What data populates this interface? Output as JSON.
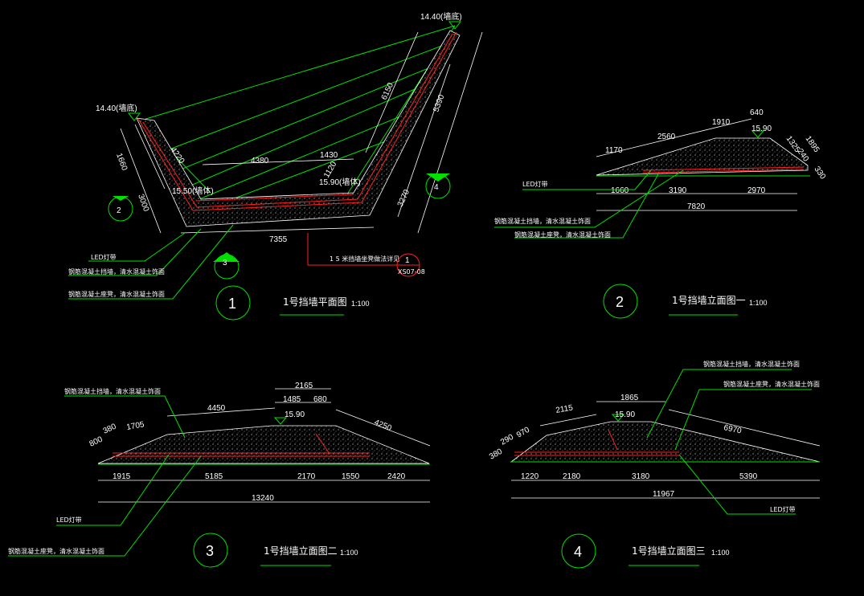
{
  "colors": {
    "background": "#000000",
    "dimension": "#ffffff",
    "leader": "#00e000",
    "wall": "#ff2020",
    "fill": "#bbbbbb"
  },
  "view1": {
    "number": "1",
    "title": "1号挡墙平面图",
    "scale": "1:100",
    "elev_left": "14.40(墙底)",
    "elev_right": "14.40(墙底)",
    "elev_mid_left": "15.50(墙体)",
    "elev_mid_right": "15.90(墙体)",
    "dims": [
      "1660",
      "3000",
      "4220",
      "4380",
      "1430",
      "1120",
      "6150",
      "5390",
      "3270",
      "7355"
    ],
    "section_2": "2",
    "section_3": "3",
    "section_4": "4",
    "labels": [
      "LED灯带",
      "钢筋混凝土挡墙，清水混凝土饰面",
      "钢筋混凝土座凳，清水混凝土饰面"
    ],
    "note": "1 5 米挡墙坐凳做法详见",
    "detail_ref": "1",
    "detail_sheet": "XS07-08"
  },
  "view2": {
    "number": "2",
    "title": "1号挡墙立面图一",
    "scale": "1:100",
    "elev": "15.90",
    "top_dims": [
      "1170",
      "2560",
      "1910",
      "640",
      "1895",
      "1325",
      "240",
      "330"
    ],
    "bottom_dims": [
      "1660",
      "3190",
      "2970"
    ],
    "total": "7820",
    "labels": [
      "LED灯带",
      "钢筋混凝土挡墙，清水混凝土饰面",
      "钢筋混凝土座凳，清水混凝土饰面"
    ]
  },
  "view3": {
    "number": "3",
    "title": "1号挡墙立面图二",
    "scale": "1:100",
    "elev": "15.90",
    "top_dims": [
      "2165",
      "1485",
      "680",
      "4450",
      "800",
      "380",
      "1705",
      "4250"
    ],
    "bottom_dims": [
      "1915",
      "5185",
      "2170",
      "1550",
      "2420"
    ],
    "total": "13240",
    "labels": [
      "钢筋混凝土挡墙，清水混凝土饰面",
      "LED灯带",
      "钢筋混凝土座凳，清水混凝土饰面"
    ]
  },
  "view4": {
    "number": "4",
    "title": "1号挡墙立面图三",
    "scale": "1:100",
    "elev": "15.90",
    "top_dims": [
      "1865",
      "2115",
      "380",
      "290",
      "970",
      "6970"
    ],
    "bottom_dims": [
      "1220",
      "2180",
      "3180",
      "5390"
    ],
    "total": "11967",
    "labels": [
      "钢筋混凝土挡墙，清水混凝土饰面",
      "钢筋混凝土座凳，清水混凝土饰面",
      "LED灯带"
    ]
  }
}
